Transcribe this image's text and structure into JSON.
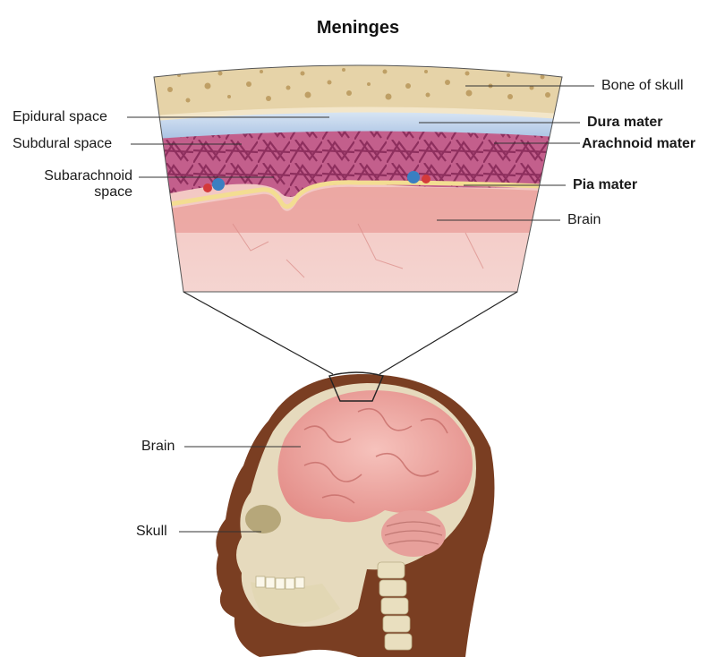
{
  "title": "Meninges",
  "labels": {
    "bone_of_skull": "Bone of skull",
    "epidural_space": "Epidural space",
    "dura_mater": "Dura mater",
    "subdural_space": "Subdural space",
    "arachnoid_mater": "Arachnoid mater",
    "subarachnoid_space_line1": "Subarachnoid",
    "subarachnoid_space_line2": "space",
    "pia_mater": "Pia mater",
    "brain_section": "Brain",
    "brain_head": "Brain",
    "skull": "Skull"
  },
  "colors": {
    "bone": "#e6d3a8",
    "bone_pores": "#b8965a",
    "dura": "#bcd0ea",
    "arachnoid": "#c5588a",
    "pia": "#f1d98a",
    "brain_tissue": "#eca9a4",
    "skin": "#7a3e22",
    "brain_head": "#eea6a0",
    "skull_bone": "#ece3c6"
  }
}
